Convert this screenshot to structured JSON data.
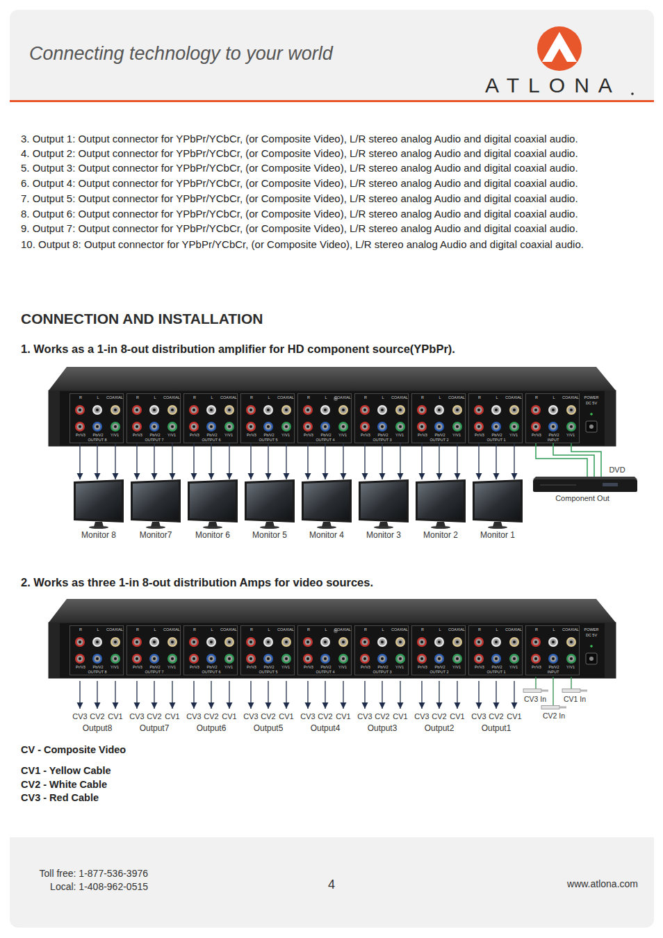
{
  "diagram": {
    "title": "CONNECTION AND INSTALLATION",
    "nodes": [
      {
        "text": [
          "R",
          "L",
          "COAXIAL",
          "Pr/V3",
          "Pb/V2",
          "Y/V1",
          "OUTPUT 8"
        ]
      },
      {
        "text": [
          "R",
          "L",
          "COAXIAL",
          "Pr/V3",
          "Pb/V2",
          "Y/V1",
          "OUTPUT 7"
        ]
      },
      {
        "text": [
          "R",
          "L",
          "COAXIAL",
          "Pr/V3",
          "Pb/V2",
          "Y/V1",
          "OUTPUT 6"
        ]
      },
      {
        "text": [
          "R",
          "L",
          "COAXIAL",
          "Pr/V3",
          "Pb/V2",
          "Y/V1",
          "OUTPUT 5"
        ]
      },
      {
        "text": [
          "R",
          "L",
          "COAXIAL",
          "Pr/V3",
          "Pb/V2",
          "Y/V1",
          "OUTPUT 4"
        ]
      },
      {
        "text": [
          "R",
          "L",
          "COAXIAL",
          "Pr/V3",
          "Pb/V2",
          "Y/V1",
          "OUTPUT 3"
        ]
      },
      {
        "text": [
          "R",
          "L",
          "COAXIAL",
          "Pr/V3",
          "Pb/V2",
          "Y/V1",
          "OUTPUT 2"
        ]
      },
      {
        "text": [
          "R",
          "L",
          "COAXIAL",
          "Pr/V3",
          "Pb/V2",
          "Y/V1",
          "OUTPUT 1"
        ]
      },
      {
        "text": [
          "R",
          "L",
          "COAXIAL",
          "Pr/V3",
          "Pb/V2",
          "Y/V1",
          "INPUT"
        ]
      },
      {
        "text": [
          "POWER",
          "DC 5V"
        ]
      },
      {
        "text": [
          "Monitor 8"
        ]
      },
      {
        "text": [
          "Monitor7"
        ]
      },
      {
        "text": [
          "Monitor 6"
        ]
      },
      {
        "text": [
          "Monitor 5"
        ]
      },
      {
        "text": [
          "Monitor 4"
        ]
      },
      {
        "text": [
          "Monitor 3"
        ]
      },
      {
        "text": [
          "Monitor 2"
        ]
      },
      {
        "text": [
          "Monitor 1"
        ]
      },
      {
        "text": [
          "DVD",
          "Component Out"
        ]
      },
      {
        "text": [
          "R",
          "L",
          "COAXIAL",
          "Pr/V3",
          "Pb/V2",
          "Y/V1",
          "OUTPUT 8"
        ]
      },
      {
        "text": [
          "R",
          "L",
          "COAXIAL",
          "Pr/V3",
          "Pb/V2",
          "Y/V1",
          "OUTPUT 7"
        ]
      },
      {
        "text": [
          "R",
          "L",
          "COAXIAL",
          "Pr/V3",
          "Pb/V2",
          "Y/V1",
          "OUTPUT 6"
        ]
      },
      {
        "text": [
          "R",
          "L",
          "COAXIAL",
          "Pr/V3",
          "Pb/V2",
          "Y/V1",
          "OUTPUT 5"
        ]
      },
      {
        "text": [
          "R",
          "L",
          "COAXIAL",
          "Pr/V3",
          "Pb/V2",
          "Y/V1",
          "OUTPUT 4"
        ]
      },
      {
        "text": [
          "R",
          "L",
          "COAXIAL",
          "Pr/V3",
          "Pb/V2",
          "Y/V1",
          "OUTPUT 3"
        ]
      },
      {
        "text": [
          "R",
          "L",
          "COAXIAL",
          "Pr/V3",
          "Pb/V2",
          "Y/V1",
          "OUTPUT 2"
        ]
      },
      {
        "text": [
          "R",
          "L",
          "COAXIAL",
          "Pr/V3",
          "Pb/V2",
          "Y/V1",
          "OUTPUT 1"
        ]
      },
      {
        "text": [
          "R",
          "L",
          "COAXIAL",
          "Pr/V3",
          "Pb/V2",
          "Y/V1",
          "INPUT"
        ]
      },
      {
        "text": [
          "POWER",
          "DC 5V"
        ]
      }
    ],
    "edges": [
      {
        "from": 0,
        "to": 10,
        "arrow": "to"
      },
      {
        "from": 0,
        "to": 10,
        "arrow": "to"
      },
      {
        "from": 0,
        "to": 10,
        "arrow": "to"
      },
      {
        "from": 1,
        "to": 11,
        "arrow": "to"
      },
      {
        "from": 1,
        "to": 11,
        "arrow": "to"
      },
      {
        "from": 1,
        "to": 11,
        "arrow": "to"
      },
      {
        "from": 2,
        "to": 12,
        "arrow": "to"
      },
      {
        "from": 2,
        "to": 12,
        "arrow": "to"
      },
      {
        "from": 2,
        "to": 12,
        "arrow": "to"
      },
      {
        "from": 3,
        "to": 13,
        "arrow": "to"
      },
      {
        "from": 3,
        "to": 13,
        "arrow": "to"
      },
      {
        "from": 3,
        "to": 13,
        "arrow": "to"
      },
      {
        "from": 4,
        "to": 14,
        "arrow": "to"
      },
      {
        "from": 4,
        "to": 14,
        "arrow": "to"
      },
      {
        "from": 4,
        "to": 14,
        "arrow": "to"
      },
      {
        "from": 5,
        "to": 15,
        "arrow": "to"
      },
      {
        "from": 5,
        "to": 15,
        "arrow": "to"
      },
      {
        "from": 5,
        "to": 15,
        "arrow": "to"
      },
      {
        "from": 6,
        "to": 16,
        "arrow": "to"
      },
      {
        "from": 6,
        "to": 16,
        "arrow": "to"
      },
      {
        "from": 6,
        "to": 16,
        "arrow": "to"
      },
      {
        "from": 7,
        "to": 17,
        "arrow": "to"
      },
      {
        "from": 7,
        "to": 17,
        "arrow": "to"
      },
      {
        "from": 7,
        "to": 17,
        "arrow": "to"
      },
      {
        "from": 8,
        "to": 18,
        "arrow": "none"
      },
      {
        "from": 8,
        "to": 18,
        "arrow": "none"
      },
      {
        "from": 8,
        "to": 18,
        "arrow": "none"
      }
    ],
    "labels": [
      "Connecting technology to your world",
      "ATLONA",
      "3. Output 1: Output connector for YPbPr/YCbCr, (or Composite Video), L/R stereo analog Audio and digital coaxial audio.",
      "4. Output 2: Output connector for YPbPr/YCbCr, (or Composite Video), L/R stereo analog Audio and digital coaxial audio.",
      "5. Output 3: Output connector for YPbPr/YCbCr, (or Composite Video), L/R stereo analog Audio and digital coaxial audio.",
      "6. Output 4: Output connector for YPbPr/YCbCr, (or Composite Video), L/R stereo analog Audio and digital coaxial audio.",
      "7. Output 5: Output connector for YPbPr/YCbCr, (or Composite Video), L/R stereo analog Audio and digital coaxial audio.",
      "8. Output 6: Output connector for YPbPr/YCbCr, (or Composite Video), L/R stereo analog Audio and digital coaxial audio.",
      "9. Output 7: Output connector for YPbPr/YCbCr, (or Composite Video), L/R stereo analog Audio and digital coaxial audio.",
      "10. Output 8: Output connector for YPbPr/YCbCr, (or Composite Video), L/R stereo analog Audio and digital coaxial audio.",
      "1. Works as a 1-in 8-out distribution amplifier for HD component source(YPbPr).",
      "2. Works as three 1-in 8-out distribution Amps for video sources.",
      "CV3",
      "CV2",
      "CV1",
      "Output8",
      "CV3",
      "CV2",
      "CV1",
      "Output7",
      "CV3",
      "CV2",
      "CV1",
      "Output6",
      "CV3",
      "CV2",
      "CV1",
      "Output5",
      "CV3",
      "CV2",
      "CV1",
      "Output4",
      "CV3",
      "CV2",
      "CV1",
      "Output3",
      "CV3",
      "CV2",
      "CV1",
      "Output2",
      "CV3",
      "CV2",
      "CV1",
      "Output1",
      "CV3 In",
      "CV1 In",
      "CV2 In",
      "CV - Composite Video",
      "CV1 - Yellow Cable",
      "CV2 - White Cable",
      "CV3 - Red Cable",
      "Toll free: 1-877-536-3976",
      "Local: 1-408-962-0515",
      "4",
      "www.atlona.com"
    ]
  }
}
